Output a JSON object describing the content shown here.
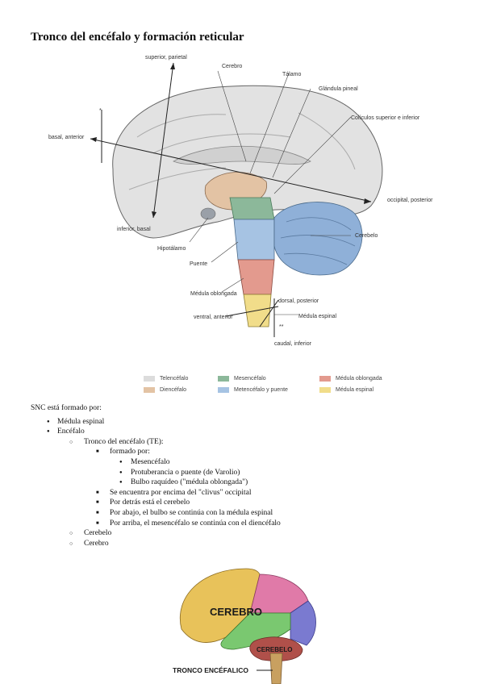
{
  "title": "Tronco del encéfalo y formación reticular",
  "figure1": {
    "labels": {
      "superior_parietal": "superior, parietal",
      "cerebro_top": "Cerebro",
      "talamo": "Tálamo",
      "glandula_pineal": "Glándula pineal",
      "coliculos": "Colículos superior e inferior",
      "basal_anterior": "basal, anterior",
      "occipital_posterior": "occipital, posterior",
      "inferior_basal": "inferior, basal",
      "cerebelo": "Cerebelo",
      "hipotalamo": "Hipotálamo",
      "puente": "Puente",
      "medula_oblongada": "Médula oblongada",
      "dorsal_posterior": "dorsal, posterior",
      "ventral_anterior": "ventral, anterior",
      "medula_espinal": "Médula espinal",
      "caudal_inferior": "caudal, inferior",
      "star1": "*",
      "star2": "**"
    },
    "legend": [
      {
        "label": "Telencéfalo",
        "color": "#dcdcdc"
      },
      {
        "label": "Diencéfalo",
        "color": "#e3c3a4"
      },
      {
        "label": "Mesencéfalo",
        "color": "#8cb89a"
      },
      {
        "label": "Metencéfalo y puente",
        "color": "#a6c3e3"
      },
      {
        "label": "Médula oblongada",
        "color": "#e39a8e"
      },
      {
        "label": "Médula espinal",
        "color": "#f1dd8a"
      }
    ]
  },
  "notes": {
    "intro": "SNC está formado por:",
    "medula_espinal": "Médula espinal",
    "encefalo": "Encéfalo",
    "tronco": "Tronco del encéfalo (TE):",
    "formado_por": "formado por:",
    "mesencefalo": "Mesencéfalo",
    "protuberancia": "Protuberancia o puente (de Varolio)",
    "bulbo": "Bulbo raquídeo (\"médula oblongada\")",
    "clivus": "Se encuentra por encima del \"clivus\" occipital",
    "detras": "Por detrás está el cerebelo",
    "abajo": "Por abajo, el bulbo se continúa con la médula espinal",
    "arriba": "Por arriba, el mesencéfalo se continúa con el diencéfalo",
    "cerebelo": "Cerebelo",
    "cerebro": "Cerebro"
  },
  "figure2": {
    "cerebro": "CEREBRO",
    "cerebelo": "CEREBELO",
    "tronco": "TRONCO ENCÉFALICO"
  }
}
